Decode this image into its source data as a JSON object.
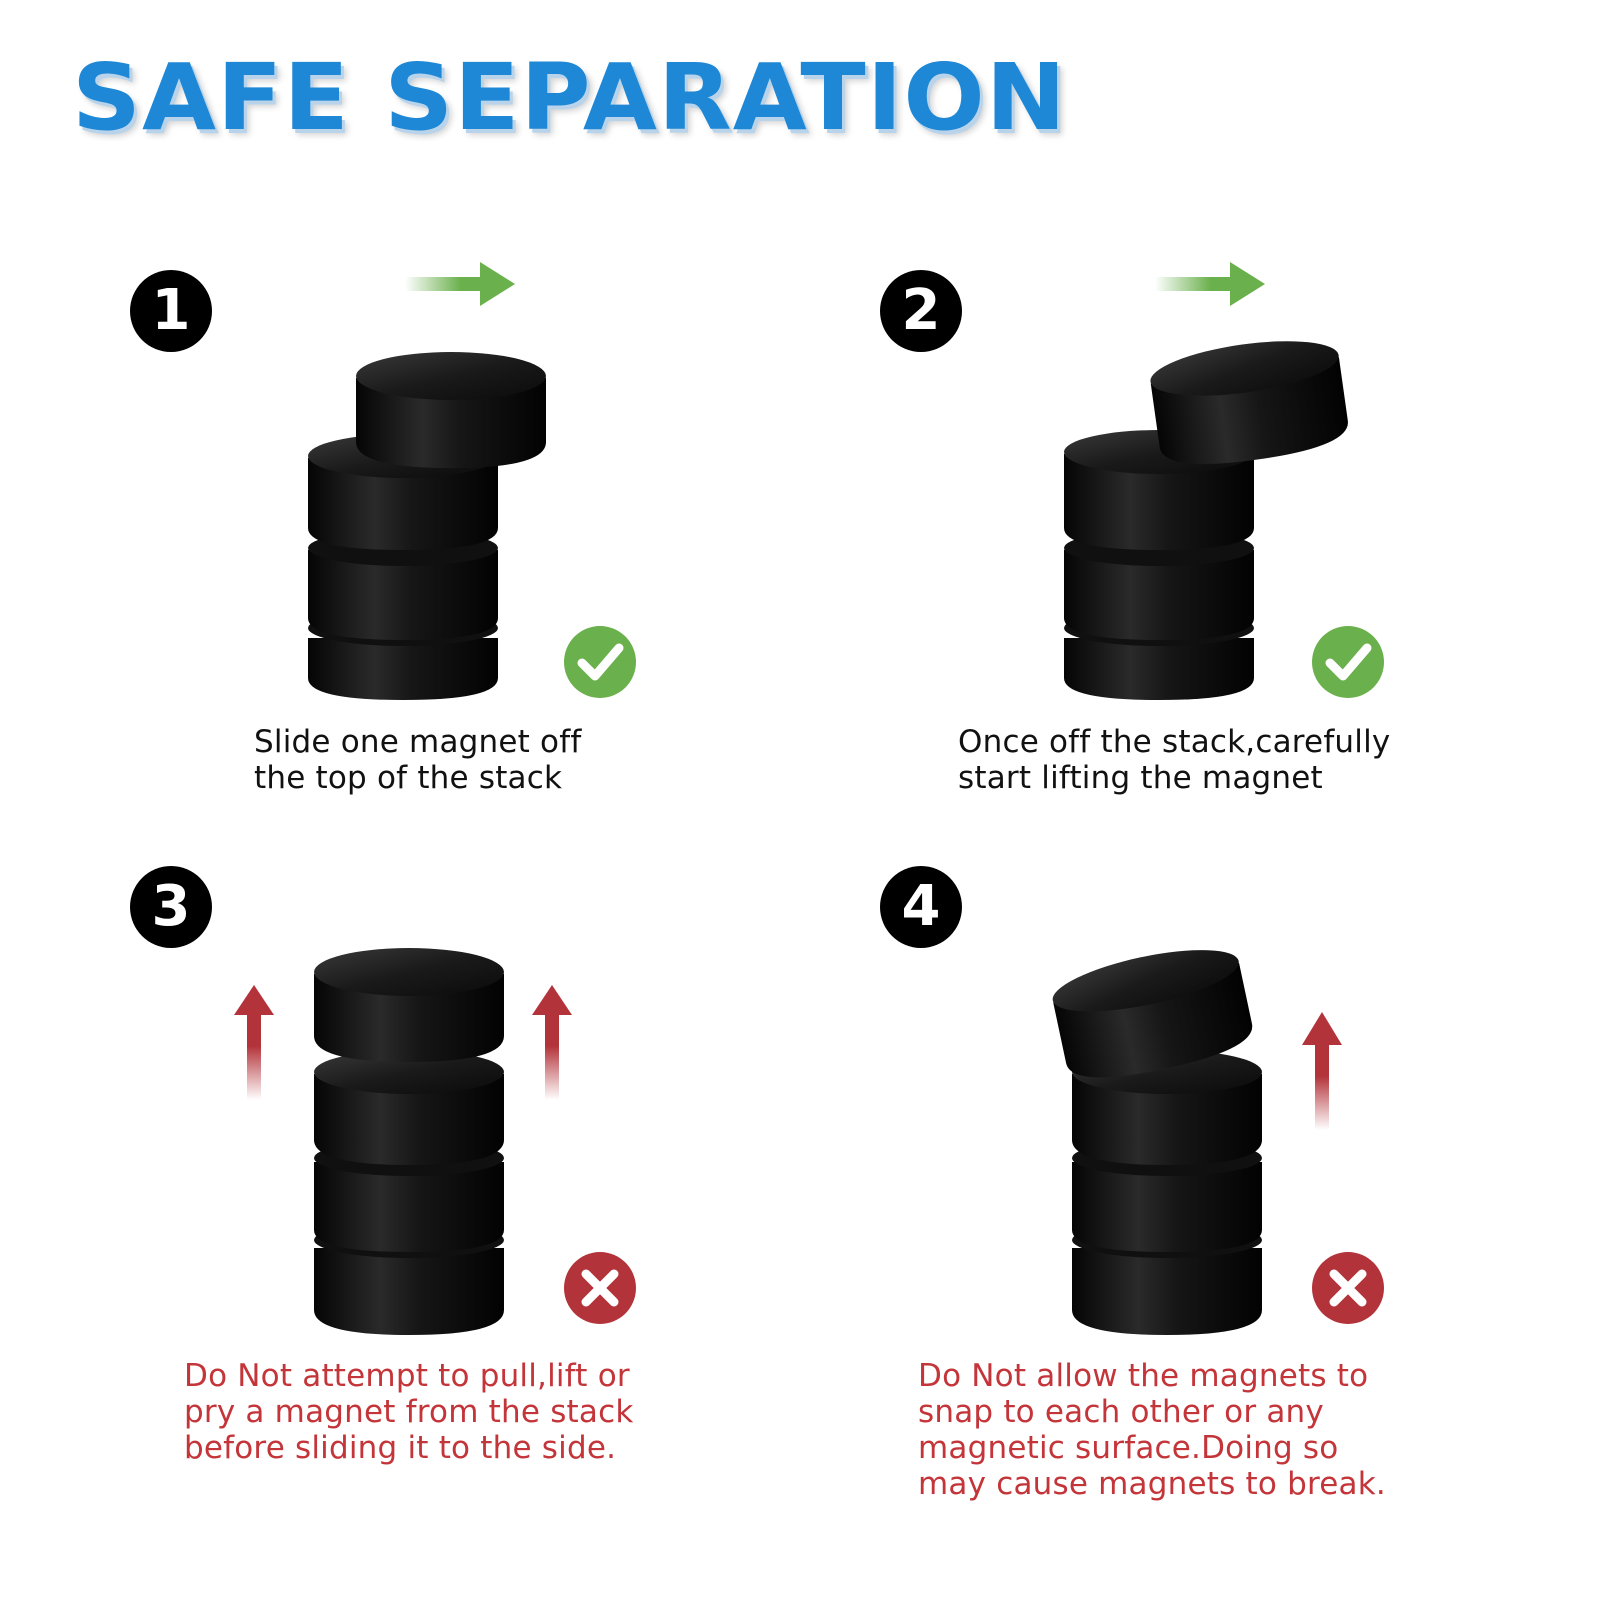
{
  "title": "SAFE SEPARATION",
  "colors": {
    "title": "#1e88d6",
    "ok_arrow": "#6ab04c",
    "bad_arrow": "#b3333a",
    "check": "#6ab04c",
    "cross": "#b3333a",
    "warning_text": "#c4353a"
  },
  "steps": [
    {
      "number": "1",
      "status": "check",
      "status_icon": "check-circle-icon",
      "arrow_icon": "arrow-right-icon",
      "caption": [
        "Slide one magnet off",
        "the top of the stack"
      ]
    },
    {
      "number": "2",
      "status": "check",
      "status_icon": "check-circle-icon",
      "arrow_icon": "arrow-right-icon",
      "caption": [
        "Once off the stack,carefully",
        "start lifting the magnet"
      ]
    },
    {
      "number": "3",
      "status": "cross",
      "status_icon": "cross-circle-icon",
      "arrow_icon": "arrow-up-icon",
      "caption": [
        "Do Not attempt to pull,lift or",
        "pry a magnet from the stack",
        "before sliding it to the side."
      ]
    },
    {
      "number": "4",
      "status": "cross",
      "status_icon": "cross-circle-icon",
      "arrow_icon": "arrow-up-icon",
      "caption": [
        "Do Not allow the magnets to",
        "snap to each other or any",
        "magnetic surface.Doing so",
        "may cause magnets to break."
      ]
    }
  ]
}
